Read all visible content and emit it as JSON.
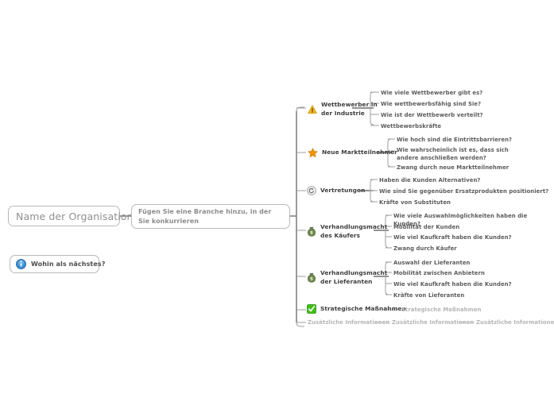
{
  "canvas": {
    "background": "#ffffff",
    "accent_warning": "#f5b920",
    "accent_star": "#f39200",
    "accent_money": "#5a7a42",
    "accent_check": "#3cc216",
    "accent_info": "#3b8fd4",
    "text_dark": "#3d3d3d",
    "text_leaf": "#5c5c5c",
    "text_muted": "#8c8c8c",
    "text_faded": "#b6b6b6"
  },
  "root": {
    "label": "Name der Organisation"
  },
  "industry_topic": {
    "label": "Fügen Sie eine Branche hinzu, in der Sie konkurrieren"
  },
  "note": {
    "icon": "info-icon",
    "label": "Wohin als nächstes?"
  },
  "branches": [
    {
      "id": "wettbewerber",
      "icon": "warning-triangle-icon",
      "title": "Wettbewerber in\nder Industrie",
      "leaves": [
        "Wie viele Wettbewerber gibt es?",
        "Wie wettbewerbsfähig sind Sie?",
        "Wie ist der Wettbewerb verteilt?",
        "Wettbewerbskräfte"
      ]
    },
    {
      "id": "neue-marktteilnehmer",
      "icon": "star-icon",
      "title": "Neue Marktteilnehmer",
      "leaves": [
        "Wie hoch sind die Eintrittsbarrieren?",
        "Wie wahrscheinlich ist es, dass sich andere anschließen werden?",
        "Zwang durch neue Marktteilnehmer"
      ]
    },
    {
      "id": "vertretungen",
      "icon": "recycle-circle-icon",
      "title": "Vertretungen",
      "leaves": [
        "Haben die Kunden Alternativen?",
        "Wie sind Sie gegenüber Ersatzprodukten positioniert?",
        "Kräfte von Substituten"
      ]
    },
    {
      "id": "verhandlungsmacht-kaeufer",
      "icon": "money-bag-icon",
      "title": "Verhandlungsmacht\ndes Käufers",
      "leaves": [
        "Wie viele Auswahlmöglichkeiten haben die Kunden?",
        "Mobilität der Kunden",
        "Wie viel Kaufkraft haben die Kunden?",
        "Zwang durch Käufer"
      ]
    },
    {
      "id": "verhandlungsmacht-lieferanten",
      "icon": "money-bag-icon",
      "title": "Verhandlungsmacht\nder Lieferanten",
      "leaves": [
        "Auswahl der Lieferanten",
        "Mobilität zwischen Anbietern",
        "Wie viel Kaufkraft haben die Kunden?",
        "Kräfte von Lieferanten"
      ]
    },
    {
      "id": "strategische-massnahmen",
      "icon": "green-check-icon",
      "title": "Strategische Maßnahmen",
      "repeat_label": "Strategische Maßnahmen"
    }
  ],
  "footer_row": {
    "items": [
      "Zusätzliche Informationen",
      "Zusätzliche Informationen",
      "Zusätzliche Informationen"
    ]
  }
}
